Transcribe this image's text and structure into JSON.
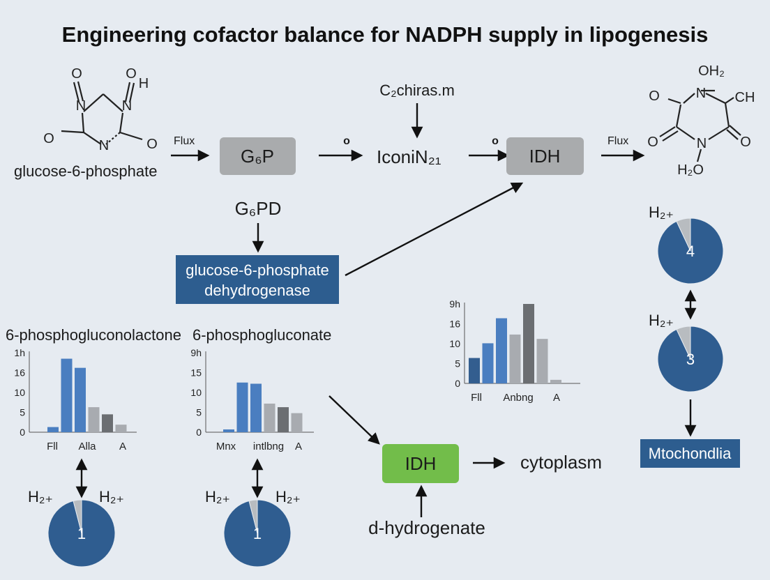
{
  "title": "Engineering cofactor balance for NADPH supply in lipogenesis",
  "colors": {
    "background": "#e6ebf1",
    "gray_box": "#a9abad",
    "blue_box": "#2d5d8f",
    "green_box": "#72bd4a",
    "pie_blue": "#2f5d90",
    "pie_gray": "#b8bcc0",
    "bar_dark": "#335e8f",
    "bar_blue": "#4a7ec0",
    "bar_light": "#a8abb0",
    "bar_dark_gray": "#6b6e72"
  },
  "molecules": {
    "left": {
      "atoms": [
        "O",
        "H",
        "O",
        "N",
        "N",
        "O",
        "N",
        "O"
      ],
      "caption": "glucose-6-phosphate"
    },
    "right": {
      "atoms": [
        "OH₂",
        "O",
        "N",
        "CH",
        "O",
        "N",
        "O",
        "H₂O"
      ]
    }
  },
  "nodes": {
    "g6p": "G₆P",
    "iconin": "IconiN₂₁",
    "idh_top": "IDH",
    "c2chirasm": "C₂chiras.m",
    "g6pd": "G₆PD",
    "enzyme_line1": "glucose-6-phosphate",
    "enzyme_line2": "dehydrogenase",
    "idh_green": "IDH",
    "cytoplasm": "cytoplasm",
    "d_hydrogenate": "d-hydrogenate",
    "mitochondria": "Mtochondlia"
  },
  "edge_labels": {
    "flux_left": "Flux",
    "o_1": "o",
    "o_2": "o",
    "flux_right": "Flux"
  },
  "section_labels": {
    "phosphogluconolactone": "6-phosphogluconolactone",
    "phosphogluconate": "6-phosphogluconate"
  },
  "pies": [
    {
      "id": "bottom-1",
      "label": "1",
      "left_tag": "H₂₊",
      "right_tag": "H₂₊",
      "slices": [
        {
          "share": 0.96,
          "color": "#2f5d90"
        },
        {
          "share": 0.04,
          "color": "#b8bcc0"
        }
      ]
    },
    {
      "id": "bottom-2",
      "label": "1",
      "left_tag": "H₂₊",
      "right_tag": "H₂₊",
      "slices": [
        {
          "share": 0.96,
          "color": "#2f5d90"
        },
        {
          "share": 0.04,
          "color": "#b8bcc0"
        }
      ]
    },
    {
      "id": "right-4",
      "label": "4",
      "tag": "H₂₊",
      "slices": [
        {
          "share": 0.93,
          "color": "#2f5d90"
        },
        {
          "share": 0.07,
          "color": "#b8bcc0"
        }
      ]
    },
    {
      "id": "right-3",
      "label": "3",
      "tag": "H₂₊",
      "slices": [
        {
          "share": 0.93,
          "color": "#2f5d90"
        },
        {
          "share": 0.07,
          "color": "#b8bcc0"
        }
      ]
    }
  ],
  "chart_data": [
    {
      "type": "bar",
      "y_ticks": [
        "1h",
        "16",
        "10",
        "5",
        "0"
      ],
      "y_tick_values": [
        20,
        15,
        10,
        5,
        0
      ],
      "ylim": [
        0,
        20
      ],
      "x_labels": [
        "Fll",
        "Alla",
        "A"
      ],
      "bars": [
        {
          "value": 1.3,
          "color": "#4a7ec0"
        },
        {
          "value": 18.5,
          "color": "#4a7ec0"
        },
        {
          "value": 16.2,
          "color": "#4a7ec0"
        },
        {
          "value": 6.3,
          "color": "#a8abb0"
        },
        {
          "value": 4.5,
          "color": "#6b6e72"
        },
        {
          "value": 1.9,
          "color": "#a8abb0"
        }
      ]
    },
    {
      "type": "bar",
      "y_ticks": [
        "9h",
        "15",
        "10",
        "5",
        "0"
      ],
      "y_tick_values": [
        20,
        15,
        10,
        5,
        0
      ],
      "ylim": [
        0,
        20
      ],
      "x_labels": [
        "Mnx",
        "intlbng",
        "A"
      ],
      "bars": [
        {
          "value": 0.7,
          "color": "#4a7ec0"
        },
        {
          "value": 12.5,
          "color": "#4a7ec0"
        },
        {
          "value": 12.2,
          "color": "#4a7ec0"
        },
        {
          "value": 7.2,
          "color": "#a8abb0"
        },
        {
          "value": 6.3,
          "color": "#6b6e72"
        },
        {
          "value": 4.8,
          "color": "#a8abb0"
        }
      ]
    },
    {
      "type": "bar",
      "y_ticks": [
        "9h",
        "16",
        "10",
        "5",
        "0"
      ],
      "y_tick_values": [
        20,
        15,
        10,
        5,
        0
      ],
      "ylim": [
        0,
        20
      ],
      "x_labels": [
        "Fll",
        "Anbng",
        "A"
      ],
      "bars": [
        {
          "value": 6.4,
          "color": "#335e8f"
        },
        {
          "value": 10.1,
          "color": "#4a7ec0"
        },
        {
          "value": 16.4,
          "color": "#4a7ec0"
        },
        {
          "value": 12.3,
          "color": "#a8abb0"
        },
        {
          "value": 20,
          "color": "#6b6e72"
        },
        {
          "value": 11.2,
          "color": "#a8abb0"
        },
        {
          "value": 0.9,
          "color": "#a8abb0"
        }
      ]
    }
  ]
}
